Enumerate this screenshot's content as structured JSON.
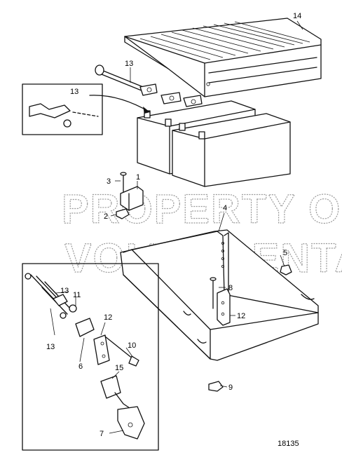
{
  "watermark": {
    "line1": "PROPERTY OF",
    "line2": "VOLVO PENTA"
  },
  "callouts": {
    "c14": "14",
    "c13_top": "13",
    "c13_inset": "13",
    "c3": "3",
    "c1": "1",
    "c2": "2",
    "c4": "4",
    "c5": "5",
    "c8": "8",
    "c12_tray": "12",
    "c9": "9",
    "c13_box_a": "13",
    "c11": "11",
    "c12_box": "12",
    "c13_box_b": "13",
    "c6": "6",
    "c10": "10",
    "c15": "15",
    "c7": "7"
  },
  "drawing_number": "18135"
}
